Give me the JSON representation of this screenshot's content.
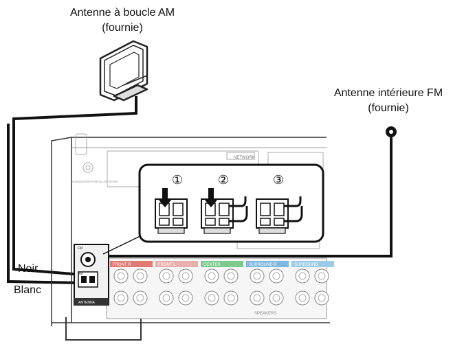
{
  "labels": {
    "am_antenna_line1": "Antenne à boucle AM",
    "am_antenna_line2": "(fournie)",
    "fm_antenna_line1": "Antenne intérieure FM",
    "fm_antenna_line2": "(fournie)",
    "wire_black": "Noir",
    "wire_white": "Blanc"
  },
  "steps": [
    "①",
    "②",
    "③"
  ],
  "panel": {
    "network": "NETWORK",
    "antenna": "ANTENNA",
    "fm": "FM",
    "am": "AM",
    "speakers": "SPEAKERS",
    "subwoofer_antenna": "SUBWOOFER/FM/AM ANTENNA"
  },
  "speaker_groups": [
    {
      "label": "FRONT R",
      "color": "#e07a74"
    },
    {
      "label": "FRONT L",
      "color": "#e8b0ac"
    },
    {
      "label": "CENTER",
      "color": "#7ec98e"
    },
    {
      "label": "SURROUND R",
      "color": "#7fb8e0"
    },
    {
      "label": "SURROUND",
      "color": "#9ccbe8"
    }
  ]
}
